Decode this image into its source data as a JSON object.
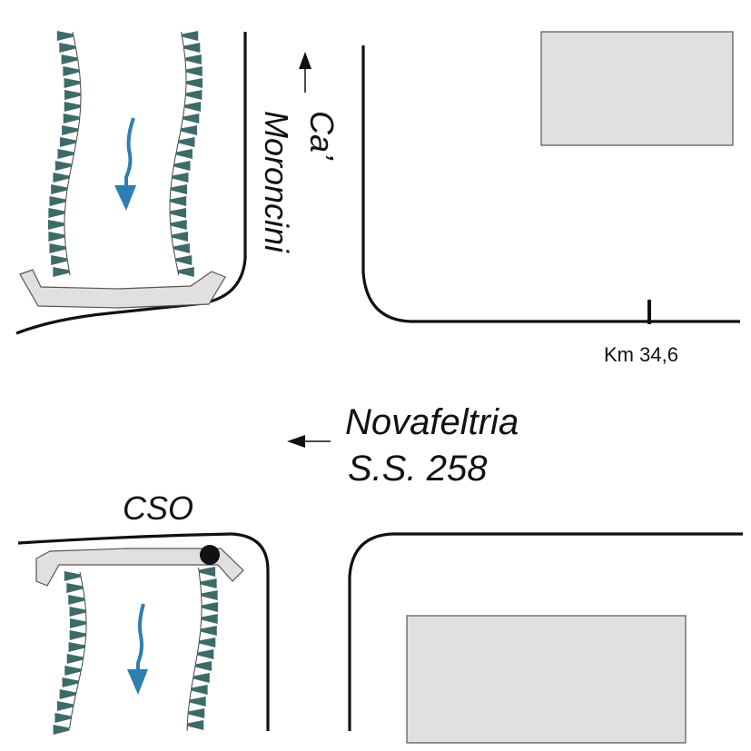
{
  "labels": {
    "street_line1": "Ca’",
    "street_line2": "Moroncini",
    "km_marker": "Km 34,6",
    "road_line1": "Novafeltria",
    "road_line2": "S.S. 258",
    "cso": "CSO"
  },
  "colors": {
    "road": "#111111",
    "building": "#e0e0e0",
    "bridge": "#e0e0e0",
    "bank": "#3e6b68",
    "flow": "#2e7fb0"
  }
}
